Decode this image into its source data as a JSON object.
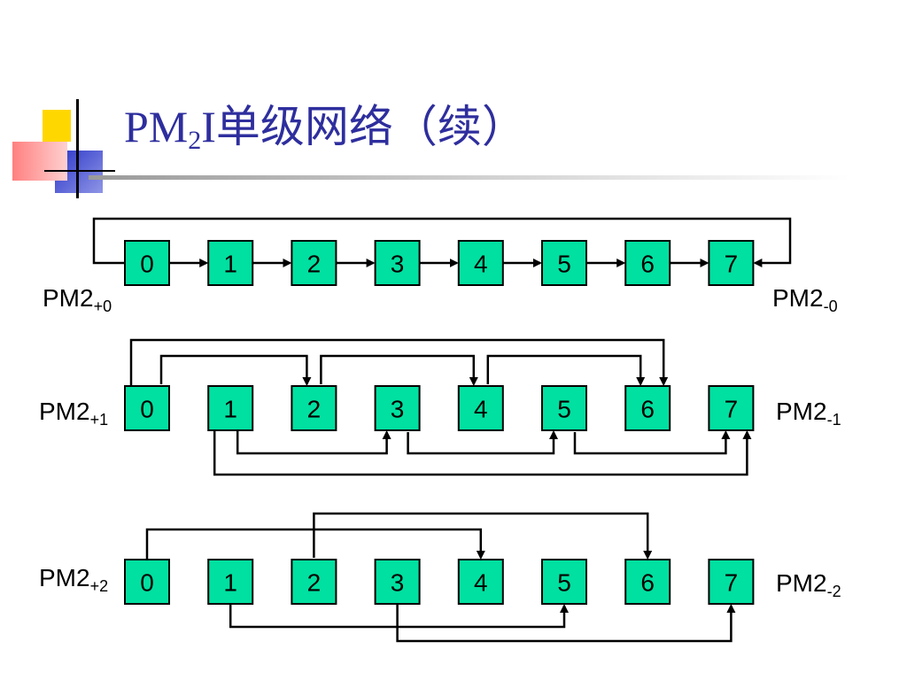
{
  "slide": {
    "title_prefix": "PM",
    "title_sub": "2",
    "title_suffix": "I单级网络（续）"
  },
  "colors": {
    "node_fill": "#00e0a0",
    "title": "#2e2e9e"
  },
  "nodes": [
    "0",
    "1",
    "2",
    "3",
    "4",
    "5",
    "6",
    "7"
  ],
  "rows": [
    {
      "label_left_main": "PM2",
      "label_left_sub": "+0",
      "label_right_main": "PM2",
      "label_right_sub": "-0"
    },
    {
      "label_left_main": "PM2",
      "label_left_sub": "+1",
      "label_right_main": "PM2",
      "label_right_sub": "-1"
    },
    {
      "label_left_main": "PM2",
      "label_left_sub": "+2",
      "label_right_main": "PM2",
      "label_right_sub": "-2"
    }
  ]
}
